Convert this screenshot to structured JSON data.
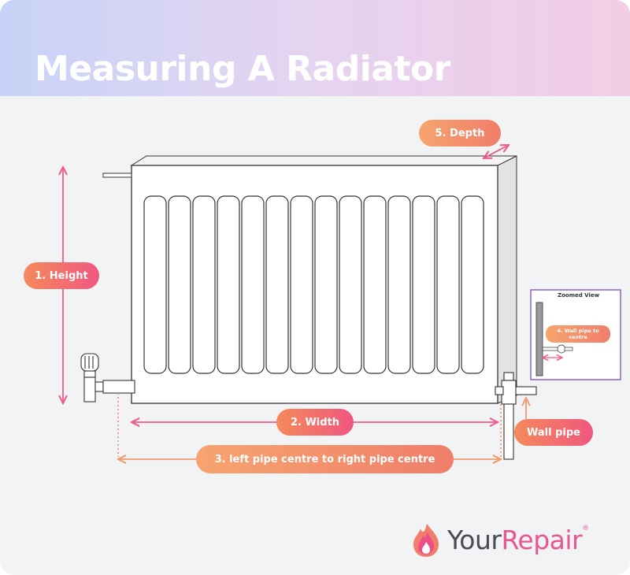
{
  "header": {
    "title": "Measuring A Radiator"
  },
  "labels": {
    "height": "1. Height",
    "width": "2. Width",
    "pipe_centre": "3. left pipe centre to right pipe centre",
    "wall_pipe_centre": "4. Wall pipe to centre",
    "depth": "5. Depth",
    "wall_pipe": "Wall pipe"
  },
  "zoom": {
    "title": "Zoomed View"
  },
  "brand": {
    "your": "Your",
    "repair": "Repair",
    "reg": "®"
  },
  "colors": {
    "accent_pink": "#ef5a8a",
    "accent_orange": "#f39a6e",
    "zoom_border": "#8a63c9"
  }
}
